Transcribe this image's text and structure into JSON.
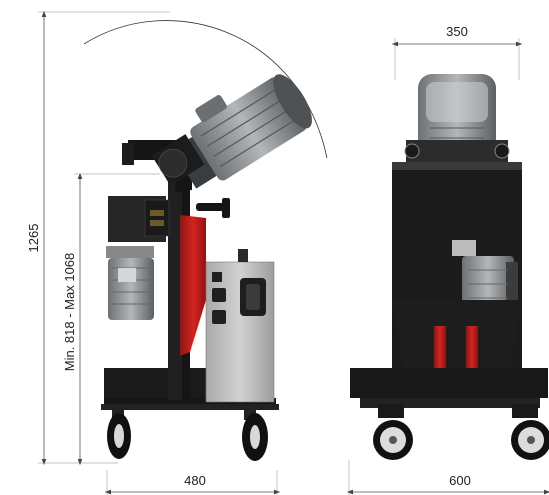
{
  "dimensions": {
    "total_height": "1265",
    "height_range": "Min. 818 - Max 1068",
    "side_width": "480",
    "front_top_width": "350",
    "front_width": "600"
  },
  "colors": {
    "frame": "#161616",
    "accent_red": "#c8201c",
    "panel_gray": "#bdbdbd",
    "motor_gray": "#8f9396",
    "dimension_line": "#555555"
  },
  "icons": [
    "side-view-machine",
    "front-view-machine",
    "caster-wheel-icon"
  ]
}
